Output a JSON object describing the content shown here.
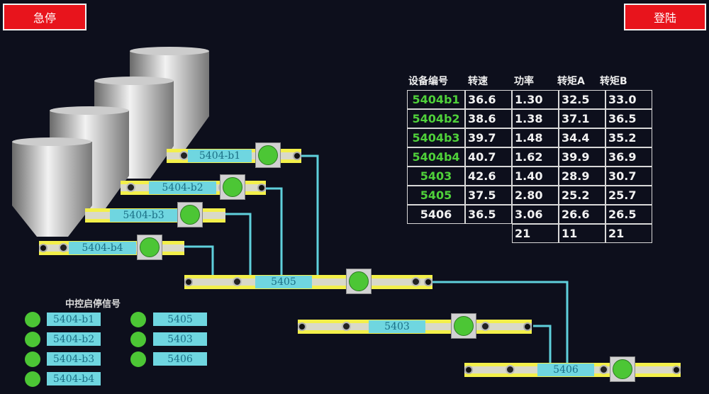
{
  "buttons": {
    "estop": "急停",
    "login": "登陆"
  },
  "table": {
    "headers": [
      "设备编号",
      "转速",
      "功率",
      "转矩A",
      "转矩B"
    ],
    "rows": [
      {
        "id": "5404b1",
        "speed": "36.6",
        "power": "1.30",
        "torque_a": "32.5",
        "torque_b": "33.0",
        "running": true
      },
      {
        "id": "5404b2",
        "speed": "38.6",
        "power": "1.38",
        "torque_a": "37.1",
        "torque_b": "36.5",
        "running": true
      },
      {
        "id": "5404b3",
        "speed": "39.7",
        "power": "1.48",
        "torque_a": "34.4",
        "torque_b": "35.2",
        "running": true
      },
      {
        "id": "5404b4",
        "speed": "40.7",
        "power": "1.62",
        "torque_a": "39.9",
        "torque_b": "36.9",
        "running": true
      },
      {
        "id": "5403",
        "speed": "42.6",
        "power": "1.40",
        "torque_a": "28.9",
        "torque_b": "30.7",
        "running": true
      },
      {
        "id": "5405",
        "speed": "37.5",
        "power": "2.80",
        "torque_a": "25.2",
        "torque_b": "25.7",
        "running": true
      },
      {
        "id": "5406",
        "speed": "36.5",
        "power": "3.06",
        "torque_a": "26.6",
        "torque_b": "26.5",
        "running": false
      }
    ],
    "totals": [
      "21",
      "11",
      "21"
    ]
  },
  "conveyors": {
    "b1": "5404-b1",
    "b2": "5404-b2",
    "b3": "5404-b3",
    "b4": "5404-b4",
    "c5405": "5405",
    "c5403": "5403",
    "c5406": "5406"
  },
  "signals": {
    "title": "中控启停信号",
    "left": [
      "5404-b1",
      "5404-b2",
      "5404-b3",
      "5404-b4"
    ],
    "right": [
      "5405",
      "5403",
      "5406"
    ]
  },
  "colors": {
    "running": "#4cc635",
    "line": "#5fd0dc",
    "button": "#e8141c"
  }
}
